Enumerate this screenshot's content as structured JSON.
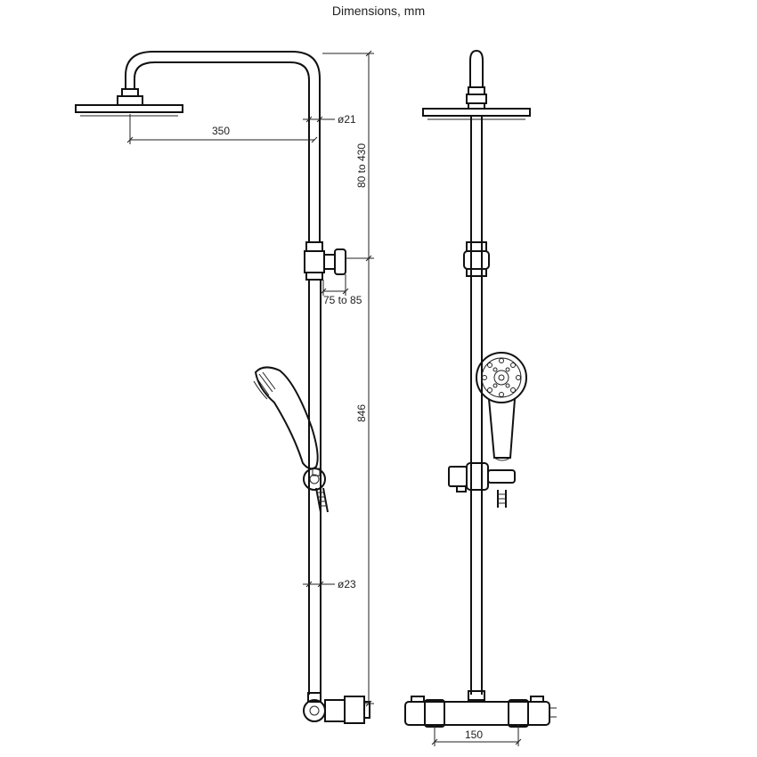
{
  "title": "Dimensions, mm",
  "dimensions": {
    "head_reach": "350",
    "upper_pipe_diameter": "ø21",
    "height_adjust": "80 to 430",
    "wall_offset": "75 to 85",
    "riser_height": "846",
    "lower_pipe_diameter": "ø23",
    "valve_centers": "150"
  },
  "colors": {
    "stroke": "#111111",
    "text": "#222222",
    "background": "#ffffff"
  }
}
